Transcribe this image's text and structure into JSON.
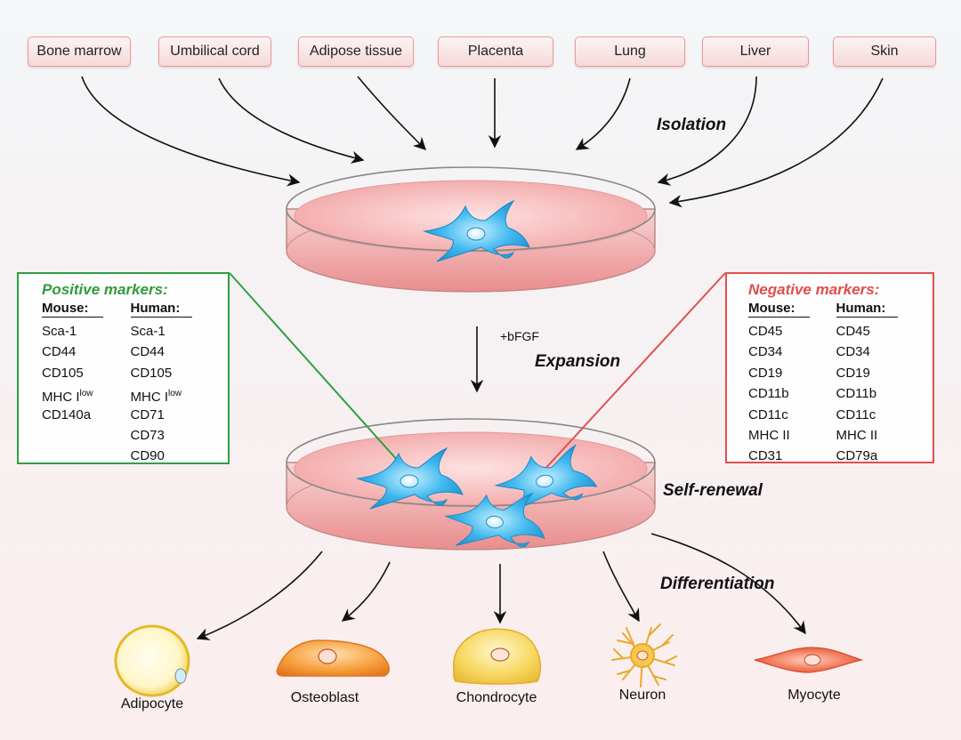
{
  "sources": [
    "Bone marrow",
    "Umbilical cord",
    "Adipose tissue",
    "Placenta",
    "Lung",
    "Liver",
    "Skin"
  ],
  "steps": {
    "isolation": "Isolation",
    "expansion": "Expansion",
    "growth_factor": "+bFGF",
    "self_renewal": "Self-renewal",
    "differentiation": "Differentiation"
  },
  "positive_markers": {
    "title": "Positive markers:",
    "mouse_header": "Mouse:",
    "human_header": "Human:",
    "mouse": [
      "Sca-1",
      "CD44",
      "CD105",
      "MHC I",
      "CD140a"
    ],
    "human": [
      "Sca-1",
      "CD44",
      "CD105",
      "MHC I",
      "CD71",
      "CD73",
      "CD90"
    ],
    "superscript": "low"
  },
  "negative_markers": {
    "title": "Negative markers:",
    "mouse_header": "Mouse:",
    "human_header": "Human:",
    "mouse": [
      "CD45",
      "CD34",
      "CD19",
      "CD11b",
      "CD11c",
      "MHC II",
      "CD31"
    ],
    "human": [
      "CD45",
      "CD34",
      "CD19",
      "CD11b",
      "CD11c",
      "MHC II",
      "CD79a"
    ]
  },
  "cell_types": [
    "Adipocyte",
    "Osteoblast",
    "Chondrocyte",
    "Neuron",
    "Myocyte"
  ],
  "colors": {
    "positive": "#2e9c3a",
    "negative": "#e14d4d",
    "dish_medium": "#f3a9a9",
    "stem_cell": "#3aaee6",
    "adipocyte": "#f3d65c",
    "osteoblast": "#f08a2a",
    "chondrocyte": "#f3cf4c",
    "neuron": "#f5c04a",
    "myocyte": "#ef6b4d"
  }
}
